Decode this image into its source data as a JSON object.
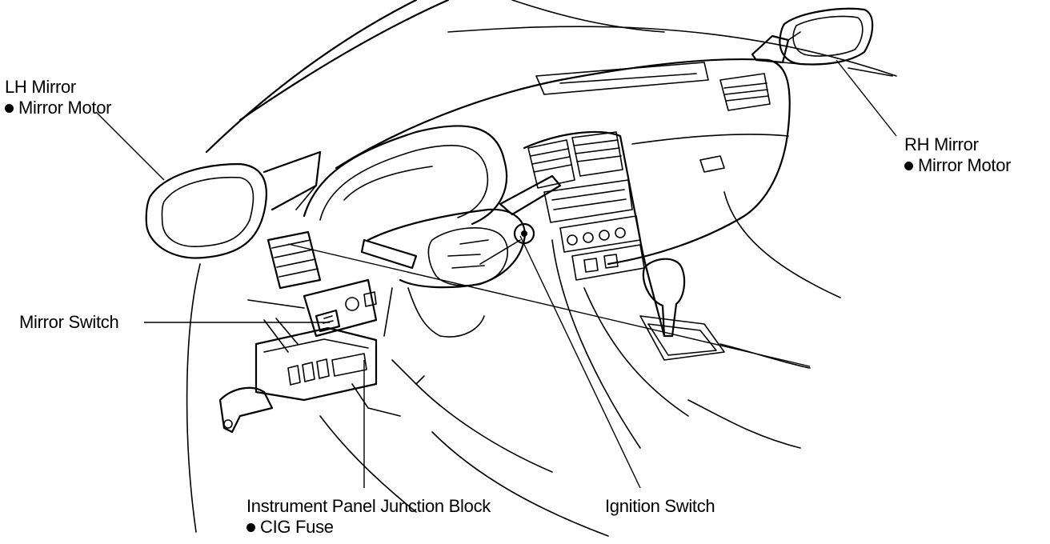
{
  "labels": {
    "lh_mirror": {
      "title": "LH Mirror",
      "item": "Mirror Motor"
    },
    "rh_mirror": {
      "title": "RH Mirror",
      "item": "Mirror Motor"
    },
    "mirror_switch": "Mirror Switch",
    "junction_block": {
      "title": "Instrument Panel Junction Block",
      "item": "CIG Fuse"
    },
    "ignition_switch": "Ignition Switch"
  },
  "icons": {
    "bullet": "filled-circle"
  }
}
